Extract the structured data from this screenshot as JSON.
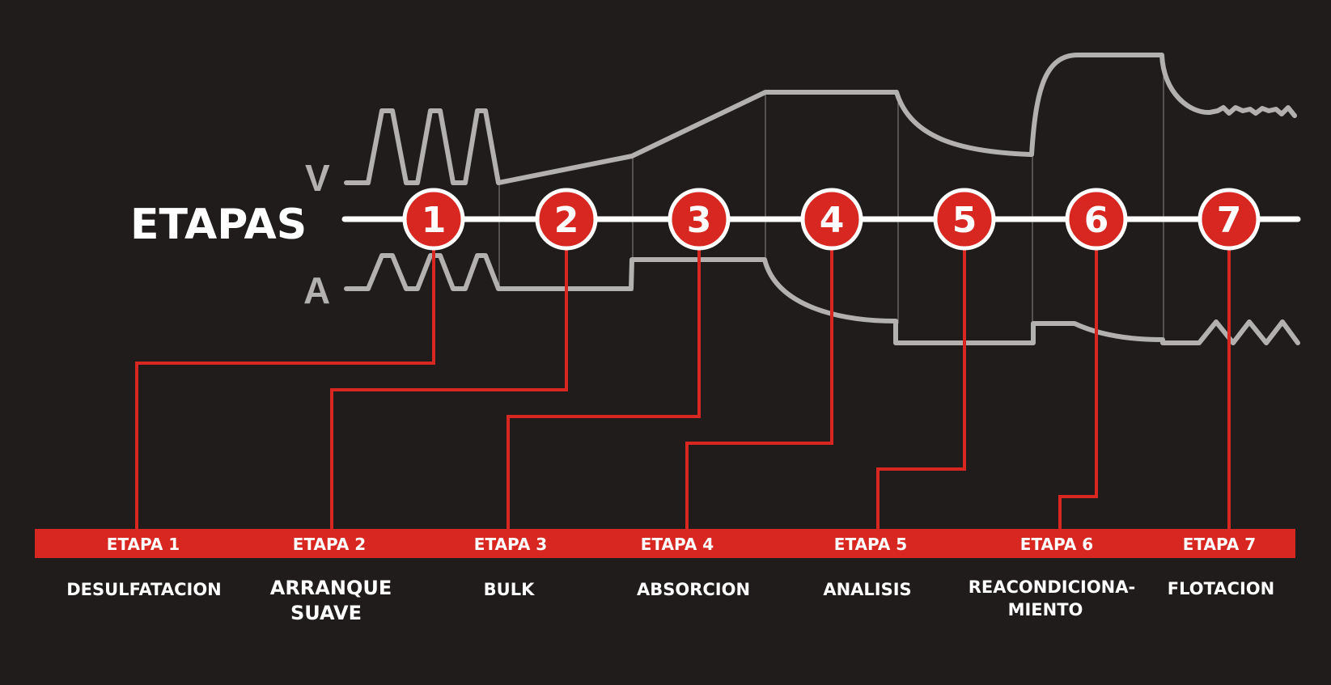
{
  "title": "ETAPAS",
  "axis": {
    "voltage": "V",
    "current": "A"
  },
  "colors": {
    "background": "#1f1c1b",
    "accent_red": "#d82720",
    "curve_gray": "#b3b1af",
    "timeline_white": "#ffffff"
  },
  "stages": [
    {
      "number": "1",
      "band_label": "ETAPA 1",
      "name_lines": [
        "DESULFATACION"
      ]
    },
    {
      "number": "2",
      "band_label": "ETAPA 2",
      "name_lines": [
        "ARRANQUE",
        "SUAVE"
      ]
    },
    {
      "number": "3",
      "band_label": "ETAPA 3",
      "name_lines": [
        "BULK"
      ]
    },
    {
      "number": "4",
      "band_label": "ETAPA 4",
      "name_lines": [
        "ABSORCION"
      ]
    },
    {
      "number": "5",
      "band_label": "ETAPA 5",
      "name_lines": [
        "ANALISIS"
      ]
    },
    {
      "number": "6",
      "band_label": "ETAPA 6",
      "name_lines": [
        "REACONDICIONA-",
        "MIENTO"
      ]
    },
    {
      "number": "7",
      "band_label": "ETAPA 7",
      "name_lines": [
        "FLOTACION"
      ]
    }
  ]
}
